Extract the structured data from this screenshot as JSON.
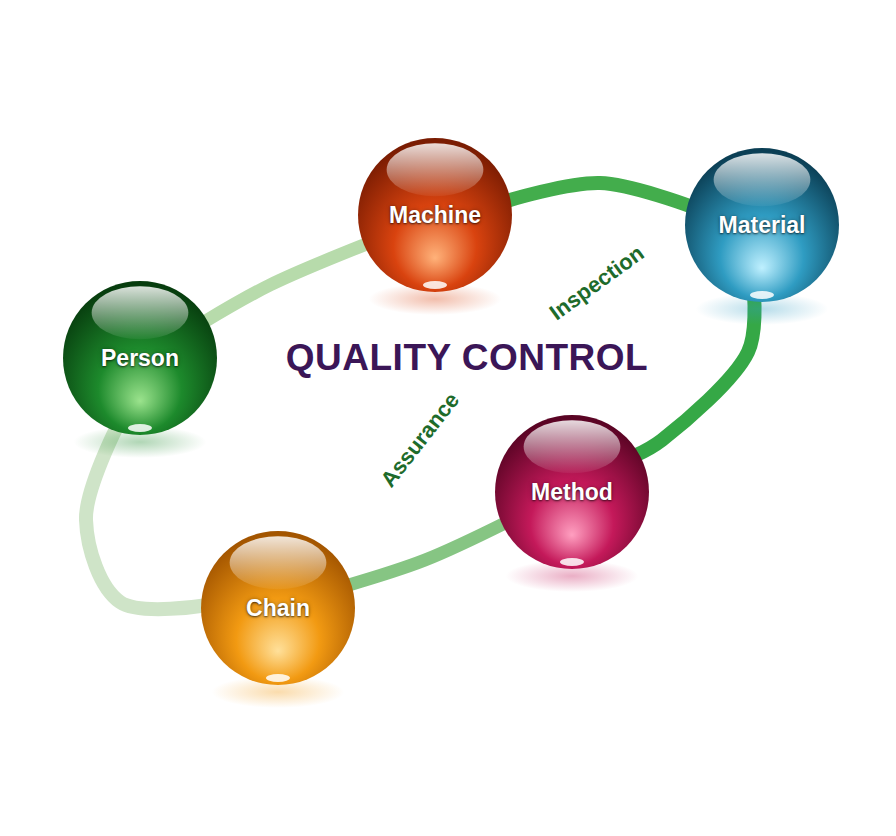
{
  "diagram": {
    "title": "QUALITY CONTROL",
    "nodes": [
      {
        "text": [
          "Machine"
        ]
      },
      {
        "text": [
          "Material"
        ]
      },
      {
        "text": [
          "Person"
        ]
      },
      {
        "text": [
          "Method"
        ]
      },
      {
        "text": [
          "Chain"
        ]
      }
    ],
    "edges": [
      {
        "from": 2,
        "to": 0,
        "arrow": "none"
      },
      {
        "from": 0,
        "to": 1,
        "arrow": "none"
      },
      {
        "from": 1,
        "to": 3,
        "arrow": "none"
      },
      {
        "from": 3,
        "to": 4,
        "arrow": "none"
      },
      {
        "from": 4,
        "to": 2,
        "arrow": "none"
      }
    ],
    "labels": [
      "Inspection",
      "Assurance"
    ]
  }
}
